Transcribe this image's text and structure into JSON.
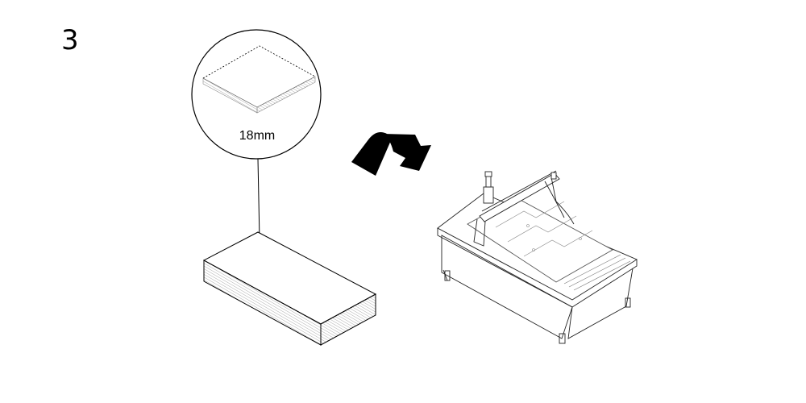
{
  "step_number": "3",
  "detail": {
    "thickness_label": "18mm"
  },
  "icons": {
    "transition": "curved-arrow-icon",
    "machine": "cnc-router-illustration"
  },
  "colors": {
    "line": "#000000",
    "hatch": "#888888"
  }
}
